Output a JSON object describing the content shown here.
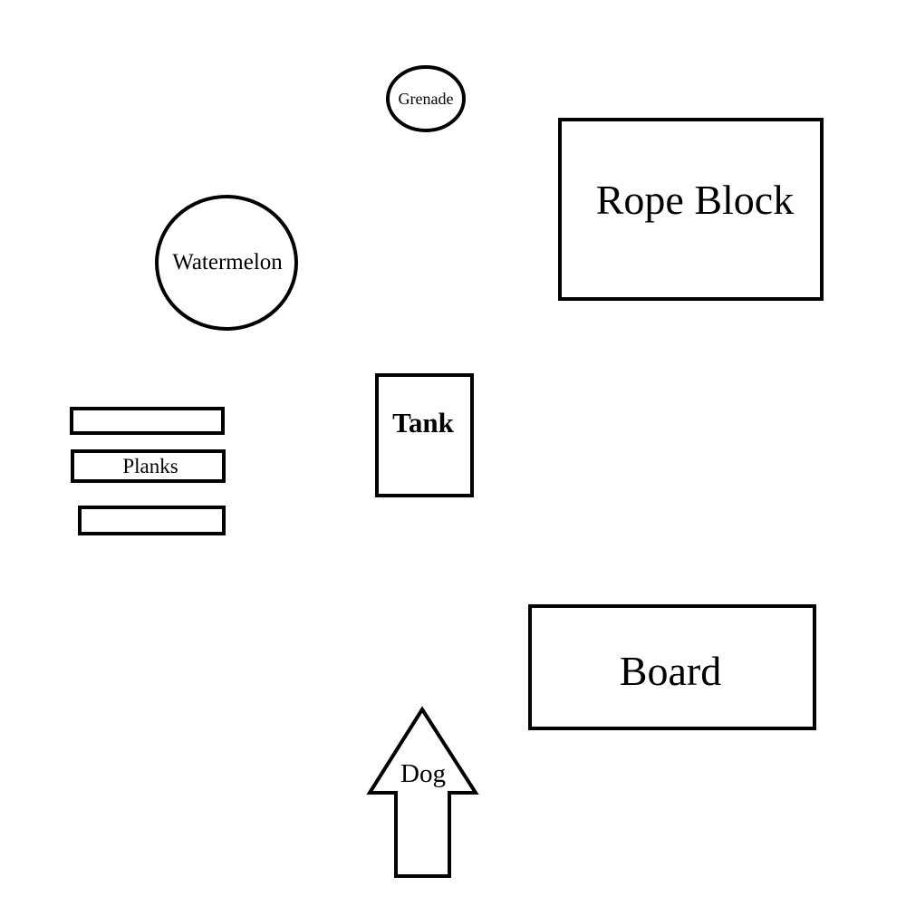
{
  "labels": {
    "grenade": "Grenade",
    "rope_block": "Rope Block",
    "watermelon": "Watermelon",
    "planks": "Planks",
    "tank": "Tank",
    "board": "Board",
    "dog": "Dog"
  },
  "colors": {
    "stroke": "#000000",
    "background": "#ffffff"
  }
}
